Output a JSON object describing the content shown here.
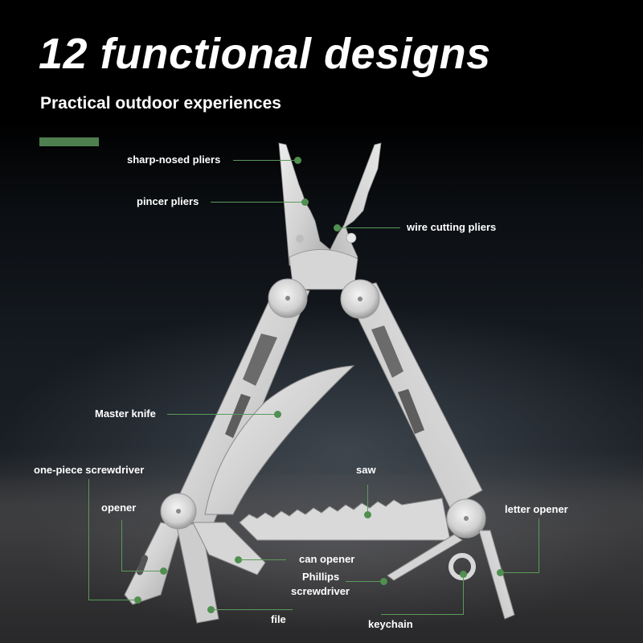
{
  "header": {
    "title": "12 functional designs",
    "subtitle": "Practical outdoor experiences"
  },
  "colors": {
    "accent": "#4f7f4f",
    "leader_line": "#5a9a5a",
    "dot": "#4f8f4f",
    "text": "#ffffff",
    "steel": "#d8d8d8",
    "steel_shadow": "#9a9a9a"
  },
  "product": {
    "name": "multi-tool pliers"
  },
  "features": [
    {
      "id": "sharp-nosed-pliers",
      "label": "sharp-nosed pliers"
    },
    {
      "id": "pincer-pliers",
      "label": "pincer pliers"
    },
    {
      "id": "wire-cutting-pliers",
      "label": "wire cutting pliers"
    },
    {
      "id": "master-knife",
      "label": "Master knife"
    },
    {
      "id": "one-piece-screwdriver",
      "label": "one-piece screwdriver"
    },
    {
      "id": "saw",
      "label": "saw"
    },
    {
      "id": "opener",
      "label": "opener"
    },
    {
      "id": "letter-opener",
      "label": "letter opener"
    },
    {
      "id": "can-opener",
      "label": "can opener"
    },
    {
      "id": "phillips-screwdriver",
      "label": "Phillips\nscrewdriver",
      "line1": "Phillips",
      "line2": "screwdriver"
    },
    {
      "id": "file",
      "label": "file"
    },
    {
      "id": "keychain",
      "label": "keychain"
    }
  ]
}
